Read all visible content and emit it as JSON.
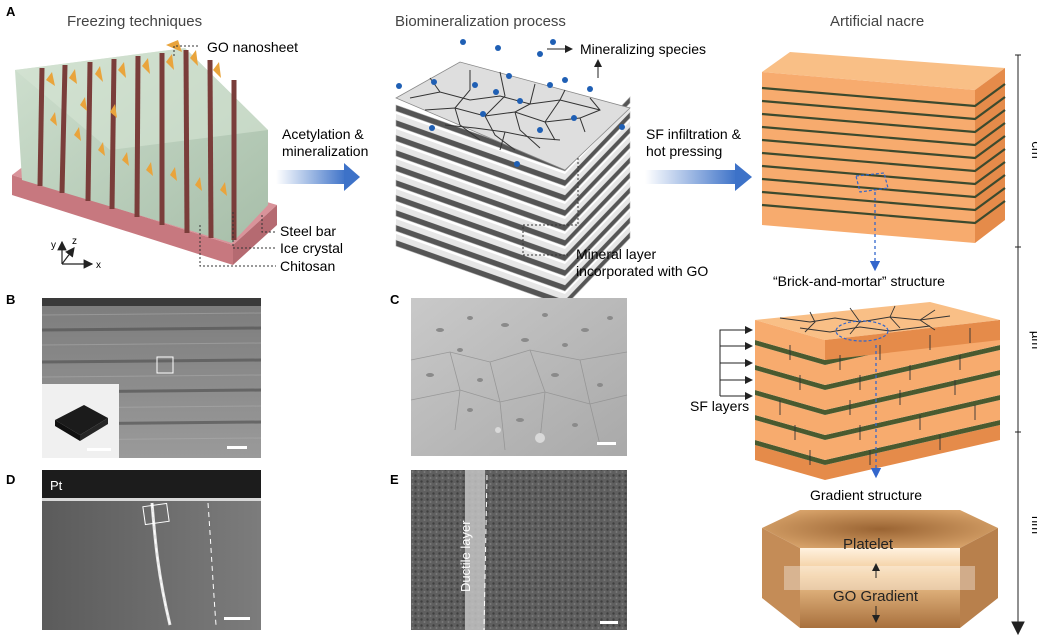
{
  "panels": {
    "a": "A",
    "b": "B",
    "c": "C",
    "d": "D",
    "e": "E"
  },
  "titles": {
    "freezing": "Freezing techniques",
    "biomin": "Biomineralization process",
    "nacre": "Artificial nacre"
  },
  "labels": {
    "go_nanosheet": "GO nanosheet",
    "steel_bar": "Steel bar",
    "ice_crystal": "Ice crystal",
    "chitosan": "Chitosan",
    "axis_y": "y",
    "axis_z": "z",
    "axis_x": "x",
    "acetylation_1": "Acetylation &",
    "acetylation_2": "mineralization",
    "mineralizing": "Mineralizing species",
    "mineral_layer_1": "Mineral layer",
    "mineral_layer_2": "incorporated with GO",
    "sf_infil_1": "SF infiltration &",
    "sf_infil_2": "hot pressing",
    "brick_mortar": "“Brick-and-mortar” structure",
    "sf_layers": "SF layers",
    "gradient_structure": "Gradient structure",
    "platelet": "Platelet",
    "go_gradient": "GO Gradient",
    "pt": "Pt",
    "ductile_layer": "Ductile layer"
  },
  "scale_axis": {
    "cm": "cm",
    "um": "µm",
    "nm": "nm"
  },
  "colors": {
    "orange": "#f7ab6e",
    "orange_dark": "#e58b4a",
    "arrow_blue": "#3d72c8",
    "dot_blue": "#1f5fb4",
    "dash_blue": "#3366cc"
  }
}
